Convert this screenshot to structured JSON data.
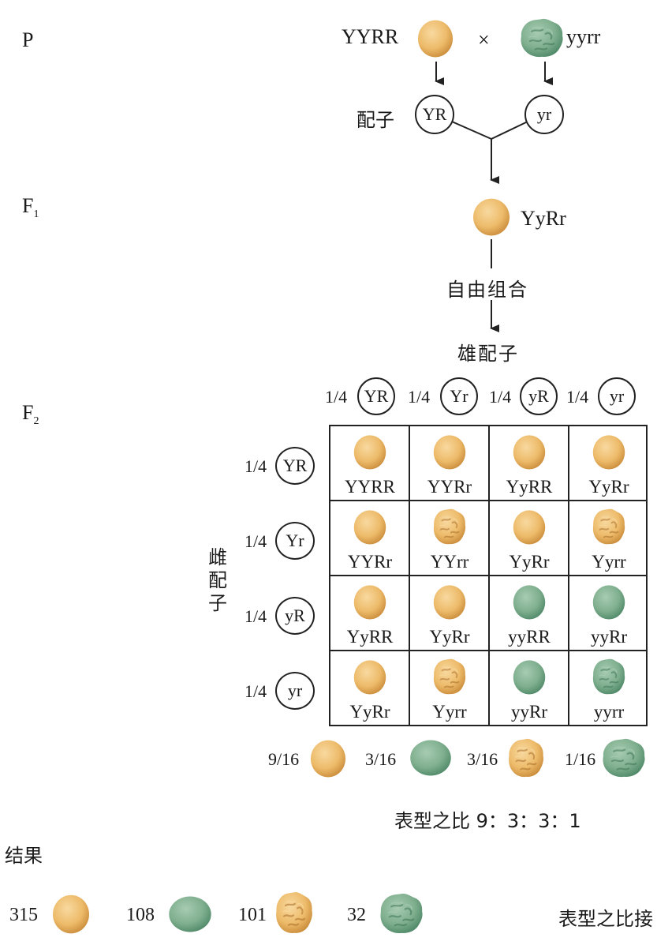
{
  "generations": {
    "p": "P",
    "f1_base": "F",
    "f1_sub": "1",
    "f2_base": "F",
    "f2_sub": "2"
  },
  "parents": {
    "left_genotype": "YYRR",
    "cross_symbol": "×",
    "right_genotype": "yyrr"
  },
  "gametes_label": "配子",
  "parent_gametes": [
    "YR",
    "yr"
  ],
  "f1_genotype": "YyRr",
  "free_combination_label": "自由组合",
  "male_gametes_label": "雄配子",
  "female_gametes_label": [
    "雌",
    "配",
    "子"
  ],
  "gamete_fraction": "1/4",
  "gametes": [
    "YR",
    "Yr",
    "yR",
    "yr"
  ],
  "punnett": [
    [
      {
        "g": "YYRR",
        "p": "yellow-round"
      },
      {
        "g": "YYRr",
        "p": "yellow-round"
      },
      {
        "g": "YyRR",
        "p": "yellow-round"
      },
      {
        "g": "YyRr",
        "p": "yellow-round"
      }
    ],
    [
      {
        "g": "YYRr",
        "p": "yellow-round"
      },
      {
        "g": "YYrr",
        "p": "yellow-wrinkled"
      },
      {
        "g": "YyRr",
        "p": "yellow-round"
      },
      {
        "g": "Yyrr",
        "p": "yellow-wrinkled"
      }
    ],
    [
      {
        "g": "YyRR",
        "p": "yellow-round"
      },
      {
        "g": "YyRr",
        "p": "yellow-round"
      },
      {
        "g": "yyRR",
        "p": "green-round"
      },
      {
        "g": "yyRr",
        "p": "green-round"
      }
    ],
    [
      {
        "g": "YyRr",
        "p": "yellow-round"
      },
      {
        "g": "Yyrr",
        "p": "yellow-wrinkled"
      },
      {
        "g": "yyRr",
        "p": "green-round"
      },
      {
        "g": "yyrr",
        "p": "green-wrinkled"
      }
    ]
  ],
  "ratios": [
    {
      "frac": "9/16",
      "p": "yellow-round"
    },
    {
      "frac": "3/16",
      "p": "green-round"
    },
    {
      "frac": "3/16",
      "p": "yellow-wrinkled"
    },
    {
      "frac": "1/16",
      "p": "green-wrinkled"
    }
  ],
  "phenotype_ratio_text": "表型之比 9：3：3：1",
  "results_label": "结果",
  "results": [
    {
      "count": "315",
      "p": "yellow-round"
    },
    {
      "count": "108",
      "p": "green-round"
    },
    {
      "count": "101",
      "p": "yellow-wrinkled"
    },
    {
      "count": "32",
      "p": "green-wrinkled"
    }
  ],
  "results_ratio_text": "表型之比接",
  "colors": {
    "yellow": "#EDBB6A",
    "yellow_dark": "#C98B3A",
    "green": "#7FAF8E",
    "green_dark": "#4E8867",
    "line": "#222222"
  }
}
